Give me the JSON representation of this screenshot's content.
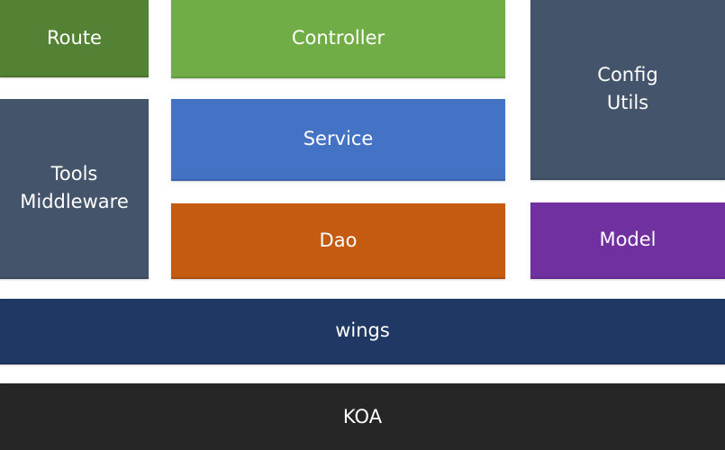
{
  "colors": {
    "route": "#548235",
    "controller": "#70AD47",
    "config": "#44546A",
    "tools": "#44546A",
    "service": "#4472C4",
    "dao": "#C55A11",
    "model": "#7030A0",
    "wings": "#1F3864",
    "koa": "#262626",
    "text": "#FFFFFF",
    "background": "#FFFFFF"
  },
  "blocks": {
    "route": {
      "label": "Route"
    },
    "controller": {
      "label": "Controller"
    },
    "config_utils": {
      "lines": [
        "Config",
        "Utils"
      ]
    },
    "tools_middleware": {
      "lines": [
        "Tools",
        "Middleware"
      ]
    },
    "service": {
      "label": "Service"
    },
    "dao": {
      "label": "Dao"
    },
    "model": {
      "label": "Model"
    },
    "wings": {
      "label": "wings"
    },
    "koa": {
      "label": "KOA"
    }
  }
}
